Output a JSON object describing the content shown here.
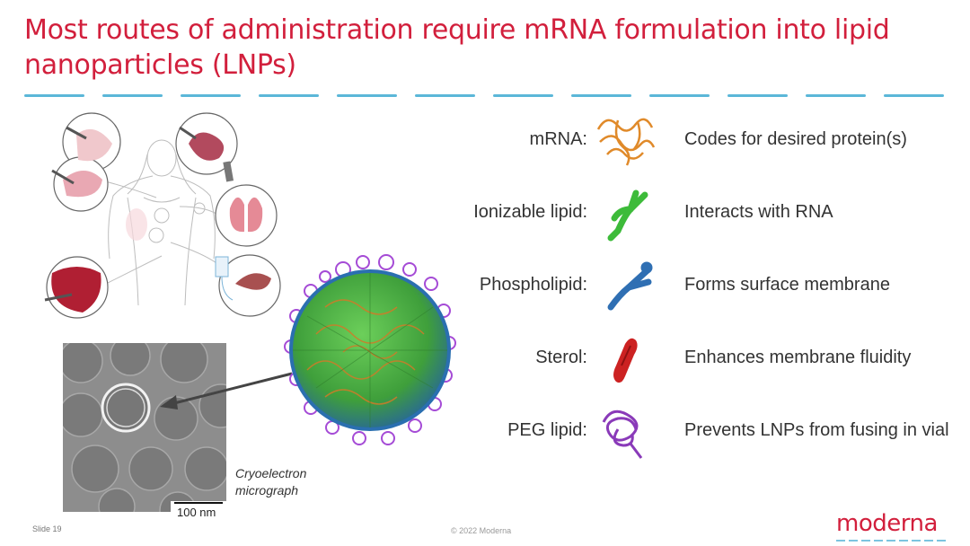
{
  "slide": {
    "title": "Most routes of administration require mRNA formulation into lipid nanoparticles (LNPs)"
  },
  "components": [
    {
      "label": "mRNA:",
      "icon": "mrna-ribbon-icon",
      "description": "Codes for desired protein(s)"
    },
    {
      "label": "Ionizable lipid:",
      "icon": "ionizable-lipid-icon",
      "description": "Interacts with RNA"
    },
    {
      "label": "Phospholipid:",
      "icon": "phospholipid-icon",
      "description": "Forms surface membrane"
    },
    {
      "label": "Sterol:",
      "icon": "sterol-icon",
      "description": "Enhances membrane fluidity"
    },
    {
      "label": "PEG lipid:",
      "icon": "peg-lipid-icon",
      "description": "Prevents LNPs from fusing in vial"
    }
  ],
  "micrograph": {
    "caption_line1": "Cryoelectron",
    "caption_line2": "micrograph",
    "scale_bar": "100 nm"
  },
  "footer": {
    "slide_number": "Slide 19",
    "copyright": "© 2022 Moderna",
    "logo": "moderna"
  },
  "colors": {
    "title": "#d21f3c",
    "divider": "#5bb7d8",
    "ionizable_lipid": "#3dbb3a",
    "phospholipid": "#2f6fb3",
    "sterol": "#cc2222",
    "peg_lipid": "#8a3ab9",
    "mrna": "#e08a2a"
  }
}
